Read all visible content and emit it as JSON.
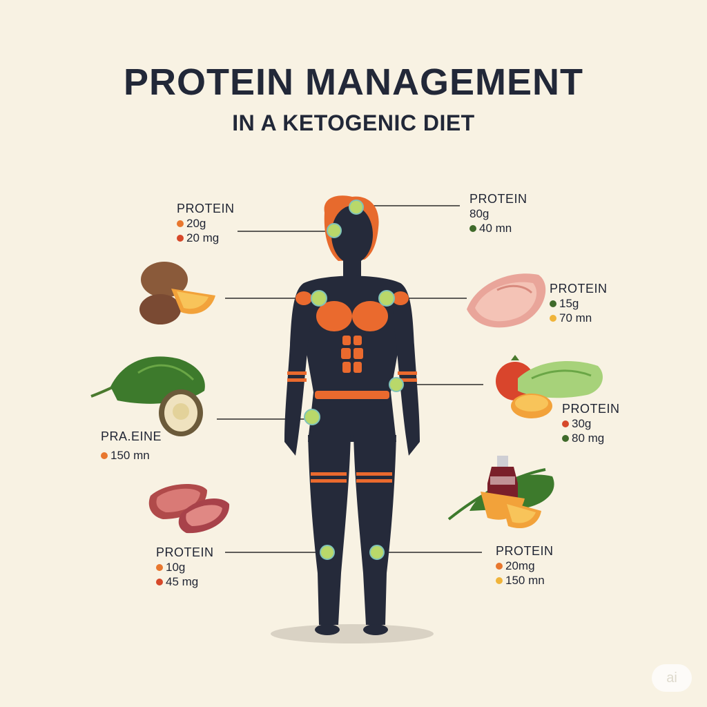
{
  "title": "PROTEIN MANAGEMENT",
  "subtitle": "IN A KETOGENIC DIET",
  "colors": {
    "background": "#f8f2e3",
    "body": "#252a3a",
    "accent_orange": "#ea6a2e",
    "marker_green": "#b9d86a",
    "dot_orange": "#e8772e",
    "dot_red": "#d6482a",
    "dot_green": "#3f6a2a",
    "dot_yellow": "#f0b43a"
  },
  "labels": {
    "left_top": {
      "heading": "PROTEIN",
      "lines": [
        {
          "text": "20g",
          "dot": "dot_orange"
        },
        {
          "text": "20 mg",
          "dot": "dot_red"
        }
      ]
    },
    "right_top": {
      "heading": "PROTEIN",
      "lines": [
        {
          "text": "80g",
          "dot": "none"
        },
        {
          "text": "40 mn",
          "dot": "dot_green"
        }
      ]
    },
    "right_2": {
      "heading": "PROTEIN",
      "lines": [
        {
          "text": "15g",
          "dot": "dot_green"
        },
        {
          "text": "70 mn",
          "dot": "dot_yellow"
        }
      ]
    },
    "right_3": {
      "heading": "PROTEIN",
      "lines": [
        {
          "text": "30g",
          "dot": "dot_red"
        },
        {
          "text": "80 mg",
          "dot": "dot_green"
        }
      ]
    },
    "left_3": {
      "heading": "PRA.EINE",
      "lines": [
        {
          "text": "150 mn",
          "dot": "dot_orange"
        }
      ]
    },
    "left_bottom": {
      "heading": "PROTEIN",
      "lines": [
        {
          "text": "10g",
          "dot": "dot_orange"
        },
        {
          "text": "45 mg",
          "dot": "dot_red"
        }
      ]
    },
    "right_bottom": {
      "heading": "PROTEIN",
      "lines": [
        {
          "text": "20mg",
          "dot": "dot_orange"
        },
        {
          "text": "150 mn",
          "dot": "dot_yellow"
        }
      ]
    }
  },
  "icons": [
    "potatoes-orange-icon",
    "salmon-steak-icon",
    "greens-egg-icon",
    "tomato-lettuce-icon",
    "beef-steak-icon",
    "bottle-orange-greens-icon"
  ],
  "badge": "ai"
}
